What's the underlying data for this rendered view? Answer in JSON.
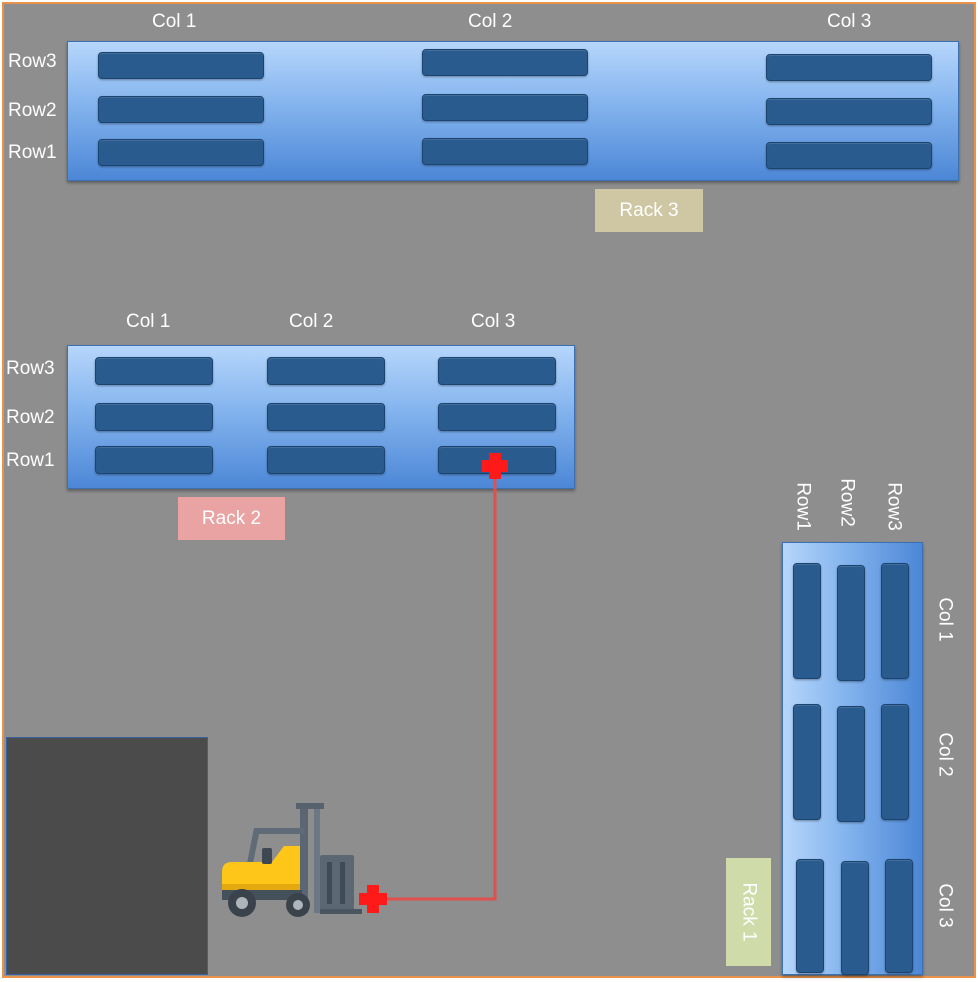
{
  "colors": {
    "floor": "#8e8e8e",
    "border": "#e8924a",
    "bin": "#2a5b8e",
    "path": "#e0504e",
    "marker": "#ff1a1a",
    "rack3_tag": "#cfc7a3",
    "rack2_tag": "#e9a3a3",
    "rack1_tag": "#cfdcaa",
    "dock": "#4b4b4b"
  },
  "rack3": {
    "tag": "Rack 3",
    "cols": [
      "Col 1",
      "Col 2",
      "Col 3"
    ],
    "rows": [
      "Row3",
      "Row2",
      "Row1"
    ]
  },
  "rack2": {
    "tag": "Rack 2",
    "cols": [
      "Col 1",
      "Col 2",
      "Col 3"
    ],
    "rows": [
      "Row3",
      "Row2",
      "Row1"
    ]
  },
  "rack1": {
    "tag": "Rack 1",
    "rows": [
      "Row1",
      "Row2",
      "Row3"
    ],
    "cols": [
      "Col 1",
      "Col 2",
      "Col 3"
    ]
  },
  "icons": [
    "forklift-icon",
    "target-marker-icon"
  ]
}
